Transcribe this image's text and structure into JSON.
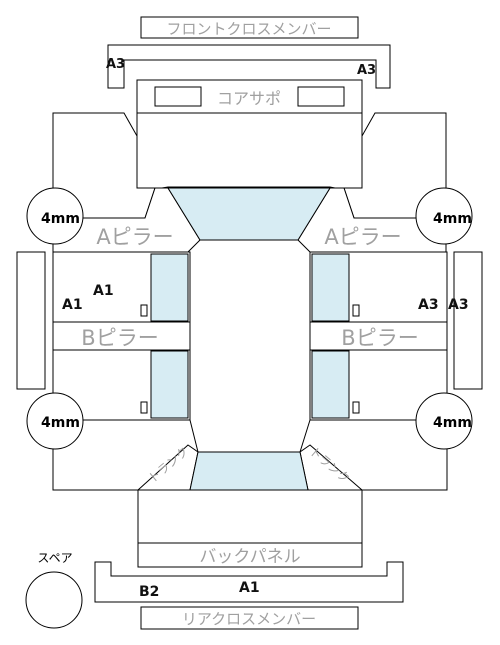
{
  "labels": {
    "front_cross_member": "フロントクロスメンバー",
    "core_support": "コアサポ",
    "a_pillar_left": "Aピラー",
    "a_pillar_right": "Aピラー",
    "b_pillar_left": "Bピラー",
    "b_pillar_right": "Bピラー",
    "back_panel": "バックパネル",
    "rear_cross_member": "リアクロスメンバー",
    "spare": "スペア",
    "trunk_left": "トランク",
    "trunk_right": "トランク"
  },
  "gauges": {
    "front_left": "4mm",
    "front_right": "4mm",
    "rear_left": "4mm",
    "rear_right": "4mm"
  },
  "marks": {
    "front_member_left": "A3",
    "front_member_right": "A3",
    "left_door_upper": "A1",
    "left_sill": "A1",
    "right_door": "A3",
    "right_sill": "A3",
    "rear_member_left": "B2",
    "rear_member_center": "A1"
  },
  "colors": {
    "glass": "#d7ecf3",
    "line": "#000000",
    "label": "#a0a0a0"
  }
}
